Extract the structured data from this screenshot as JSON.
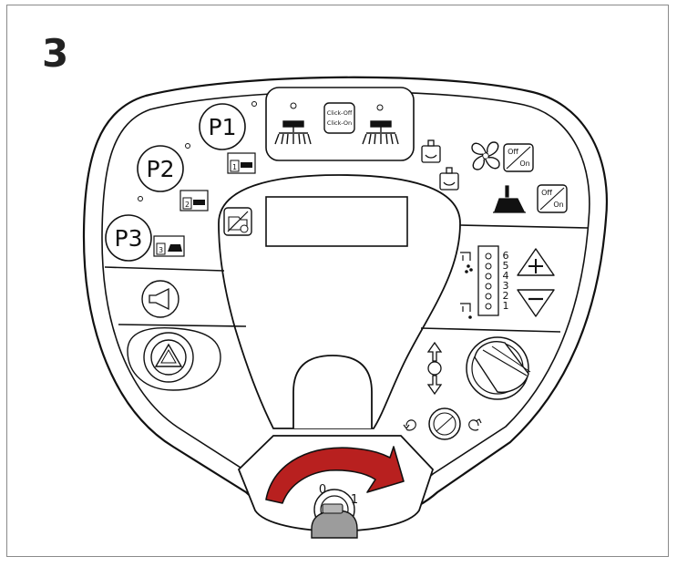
{
  "step_number": "3",
  "presets": [
    "P1",
    "P2",
    "P3"
  ],
  "preset_badges": [
    "1",
    "2",
    "3"
  ],
  "click_toggle": {
    "line1": "Click-Off",
    "line2": "Click-On"
  },
  "off_on": {
    "off": "Off",
    "on": "On"
  },
  "water_levels": [
    "6",
    "5",
    "4",
    "3",
    "2",
    "1"
  ],
  "key_positions": {
    "off": "0",
    "on": "1"
  },
  "colors": {
    "arrow": "#b8201f",
    "outline": "#111111",
    "frame": "#8a8a8a"
  }
}
